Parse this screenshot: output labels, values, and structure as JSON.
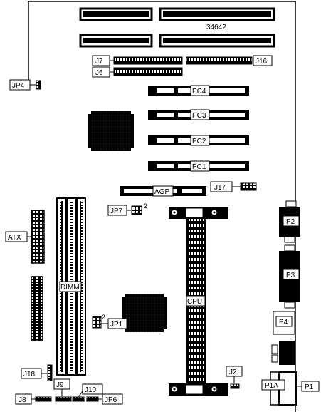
{
  "diagram": {
    "board_code": "34642",
    "labels": {
      "j7": "J7",
      "j16": "J16",
      "j6": "J6",
      "jp4": "JP4",
      "pc4": "PC4",
      "pc3": "PC3",
      "pc2": "PC2",
      "pc1": "PC1",
      "agp": "AGP",
      "j17": "J17",
      "jp7": "JP7",
      "jp7_pin": "2",
      "p2": "P2",
      "atx": "ATX",
      "p3": "P3",
      "dimm": "DIMM",
      "cpu": "CPU",
      "jp1": "JP1",
      "jp1_pin": "2",
      "p4": "P4",
      "j18": "J18",
      "j9": "J9",
      "j2": "J2",
      "p1a": "P1A",
      "p1": "P1",
      "j8": "J8",
      "j10": "J10",
      "jp6": "JP6"
    }
  }
}
